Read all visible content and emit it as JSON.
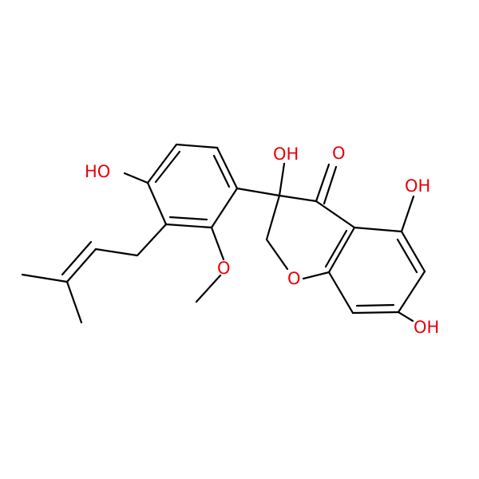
{
  "colors": {
    "bond": "#000000",
    "oxygen": "#e8000b",
    "background": "#ffffff"
  },
  "labels": {
    "oh_phenol_left": "HO",
    "oh_c3": "OH",
    "carbonyl_o": "O",
    "oh_c5": "OH",
    "oh_c7": "OH",
    "ring_o": "O",
    "methoxy_o": "O"
  }
}
